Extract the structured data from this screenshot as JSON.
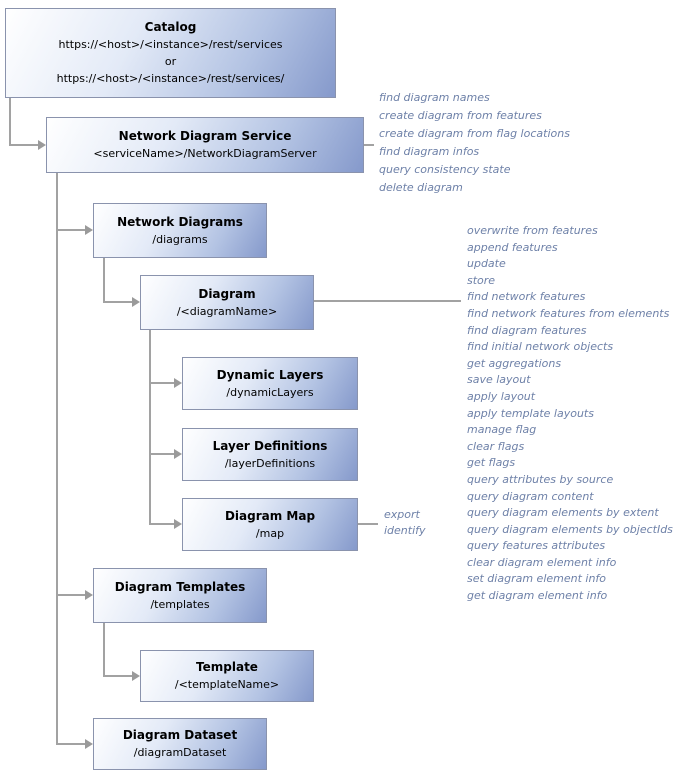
{
  "nodes": {
    "catalog": {
      "title": "Catalog",
      "url_primary": "https://<host>/<instance>/rest/services",
      "or_label": "or",
      "url_alternate": "https://<host>/<instance>/rest/services/"
    },
    "network_diagram_service": {
      "title": "Network Diagram Service",
      "path": "<serviceName>/NetworkDiagramServer"
    },
    "network_diagrams": {
      "title": "Network Diagrams",
      "path": "/diagrams"
    },
    "diagram": {
      "title": "Diagram",
      "path": "/<diagramName>"
    },
    "dynamic_layers": {
      "title": "Dynamic Layers",
      "path": "/dynamicLayers"
    },
    "layer_definitions": {
      "title": "Layer Definitions",
      "path": "/layerDefinitions"
    },
    "diagram_map": {
      "title": "Diagram Map",
      "path": "/map"
    },
    "diagram_templates": {
      "title": "Diagram Templates",
      "path": "/templates"
    },
    "template": {
      "title": "Template",
      "path": "/<templateName>"
    },
    "diagram_dataset": {
      "title": "Diagram Dataset",
      "path": "/diagramDataset"
    }
  },
  "operations": {
    "service": [
      "find diagram names",
      "create diagram from features",
      "create diagram from flag locations",
      "find diagram infos",
      "query consistency state",
      "delete diagram"
    ],
    "diagram": [
      "overwrite from features",
      "append features",
      "update",
      "store",
      "find network features",
      "find network features from elements",
      "find diagram features",
      "find initial network objects",
      "get aggregations",
      "save layout",
      "apply layout",
      "apply template layouts",
      "manage flag",
      "clear flags",
      "get flags",
      "query attributes by source",
      "query diagram content",
      "query diagram elements by extent",
      "query diagram elements by objectIds",
      "query features attributes",
      "clear diagram element info",
      "set diagram element info",
      "get diagram element info"
    ],
    "map": [
      "export",
      "identify"
    ]
  },
  "colors": {
    "background": "#ffffff",
    "box_gradient_start": "#ffffff",
    "box_gradient_end": "#8599cb",
    "box_border": "#8a93ad",
    "connector_line": "#a2a2a2",
    "operation_text": "#6e81a8",
    "node_text": "#000000"
  }
}
